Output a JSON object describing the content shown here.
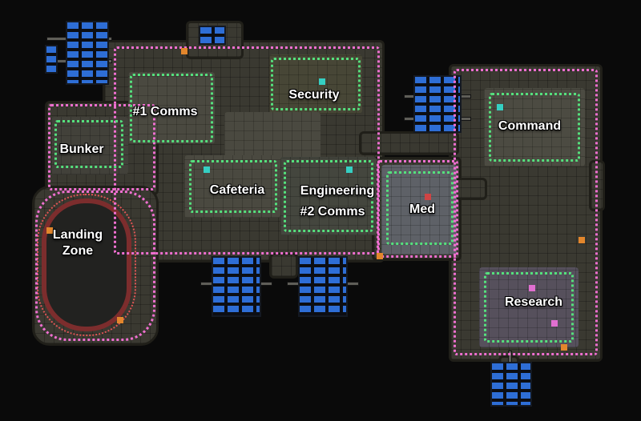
{
  "map": {
    "labels": [
      {
        "id": "security",
        "text": "Security"
      },
      {
        "id": "comms1",
        "text": "#1 Comms"
      },
      {
        "id": "bunker",
        "text": "Bunker"
      },
      {
        "id": "cafeteria",
        "text": "Cafeteria"
      },
      {
        "id": "engineering",
        "text": "Engineering"
      },
      {
        "id": "comms2",
        "text": "#2 Comms"
      },
      {
        "id": "med",
        "text": "Med"
      },
      {
        "id": "command",
        "text": "Command"
      },
      {
        "id": "landing",
        "text": "Landing Zone"
      },
      {
        "id": "research",
        "text": "Research"
      }
    ],
    "colors": {
      "background": "#0a0a0a",
      "hull": "#3a3931",
      "room_outline_green": "#55e07d",
      "hull_outline_pink": "#ef6fd0",
      "panel_blue": "#2e6ed6",
      "landing_ring_red": "#7c2d2d",
      "accent_orange": "#e2862c"
    },
    "features": {
      "panel_arrays": [
        "top-left",
        "top-center",
        "mid-right",
        "bottom-center-left",
        "bottom-center-right",
        "bottom-right"
      ],
      "landing_pad_shape": "oval"
    }
  }
}
